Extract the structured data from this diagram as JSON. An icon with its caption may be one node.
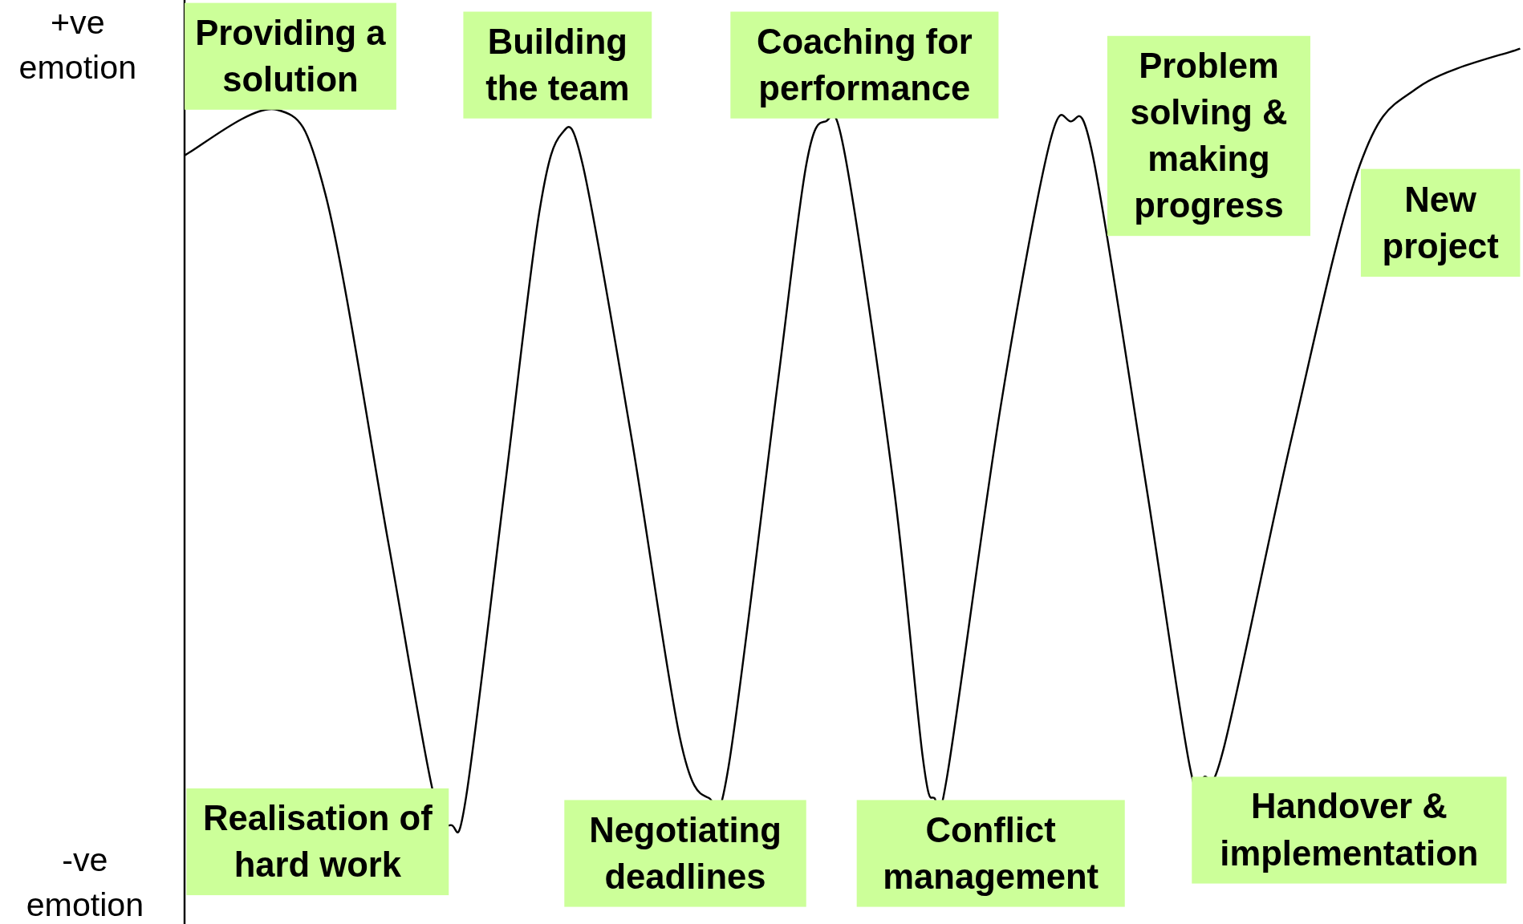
{
  "diagram": {
    "nodes": [
      {
        "text": [
          "Providing a solution"
        ]
      },
      {
        "text": [
          "Building the team"
        ]
      },
      {
        "text": [
          "Coaching for performance"
        ]
      },
      {
        "text": [
          "Problem solving & making progress"
        ]
      },
      {
        "text": [
          "New project"
        ]
      },
      {
        "text": [
          "Realisation of hard work"
        ]
      },
      {
        "text": [
          "Negotiating deadlines"
        ]
      },
      {
        "text": [
          "Conflict management"
        ]
      },
      {
        "text": [
          "Handover & implementation"
        ]
      }
    ],
    "labels": [
      "+ve emotion",
      "-ve emotion"
    ]
  }
}
